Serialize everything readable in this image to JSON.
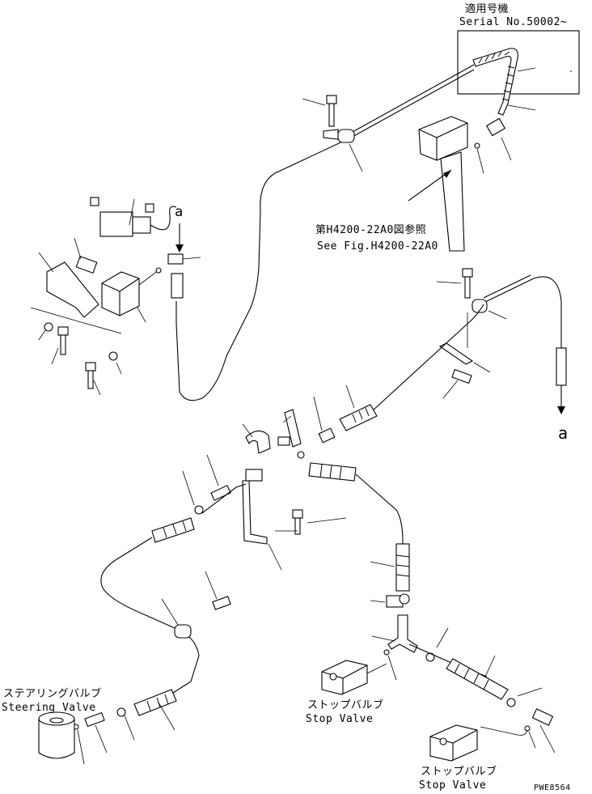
{
  "serial_box": {
    "title_jp": "適用号機",
    "serial": "Serial No.50002~"
  },
  "ref_note": {
    "jp": "第H4200-22A0図参照",
    "en": "See Fig.H4200-22A0"
  },
  "connection_marker": {
    "top": "a",
    "right": "a"
  },
  "steering_valve": {
    "jp": "ステアリングバルブ",
    "en": "Steering Valve"
  },
  "stop_valve_1": {
    "jp": "ストップバルブ",
    "en": "Stop Valve"
  },
  "stop_valve_2": {
    "jp": "ストップバルブ",
    "en": "Stop Valve"
  },
  "drawing_code": "PWE8564"
}
